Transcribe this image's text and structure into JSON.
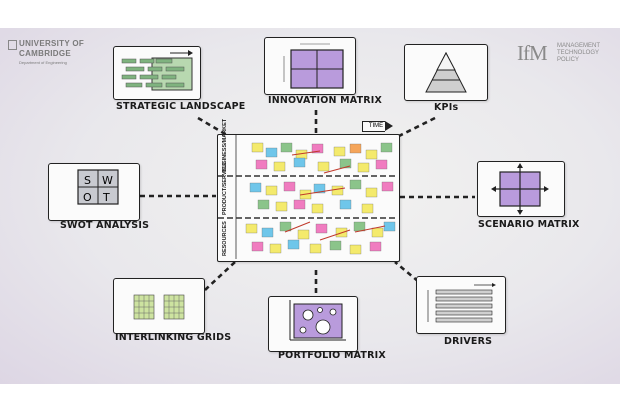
{
  "logos": {
    "cambridge": {
      "line1": "UNIVERSITY OF",
      "line2": "CAMBRIDGE",
      "line3": "Department of Engineering"
    },
    "ifm": {
      "mark": "IfM",
      "lines": [
        "MANAGEMENT",
        "TECHNOLOGY",
        "POLICY"
      ]
    }
  },
  "center": {
    "time_label": "TIME",
    "lanes": [
      "BUSINESS/MARKET",
      "PRODUCT/SERVICE",
      "RESOURCES"
    ]
  },
  "tools": {
    "strategic_landscape": "STRATEGIC LANDSCAPE",
    "innovation_matrix": "INNOVATION MATRIX",
    "kpis": "KPIs",
    "swot_analysis": "SWOT ANALYSIS",
    "scenario_matrix": "SCENARIO MATRIX",
    "interlinking_grids": "INTERLINKING GRIDS",
    "portfolio_matrix": "PORTFOLIO MATRIX",
    "drivers": "DRIVERS"
  },
  "swot_letters": [
    "S",
    "W",
    "O",
    "T"
  ],
  "colors": {
    "purple": "#b69ad8",
    "green": "#8bc48a",
    "yellow": "#f4ea6c",
    "pink": "#f07cc0",
    "blue": "#6fc6ea",
    "orange": "#f5a55a"
  }
}
